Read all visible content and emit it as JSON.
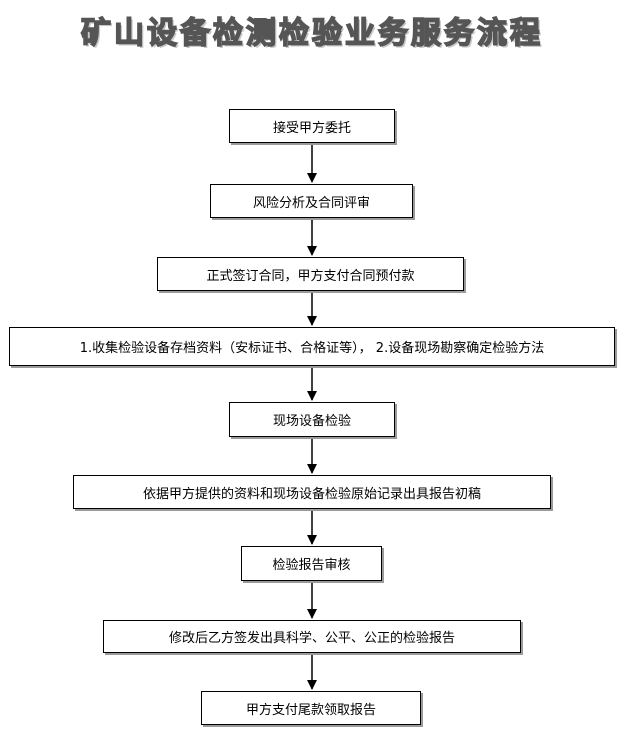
{
  "title": "矿山设备检测检验业务服务流程",
  "steps": [
    "接受甲方委托",
    "风险分析及合同评审",
    "正式签订合同，甲方支付合同预付款",
    "1.收集检验设备存档资料（安标证书、合格证等），  2.设备现场勘察确定检验方法",
    "现场设备检验",
    "依据甲方提供的资料和现场设备检验原始记录出具报告初稿",
    "检验报告审核",
    "修改后乙方签发出具科学、公平、公正的检验报告",
    "甲方支付尾款领取报告"
  ]
}
